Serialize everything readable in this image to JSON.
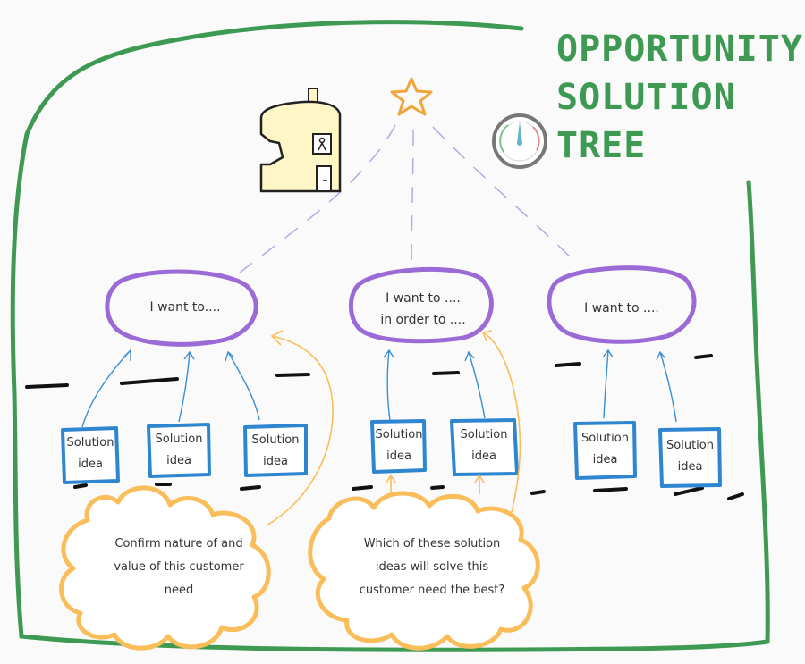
{
  "title": {
    "line1": "OPPORTUNITY",
    "line2": "SOLUTION",
    "line3": "TREE"
  },
  "colors": {
    "frame": "#3e9a52",
    "opportunity": "#9b6ad6",
    "solution": "#2e86d0",
    "question": "#f9bd5a",
    "connector": "#b7a7e8"
  },
  "icons": [
    "house-icon",
    "star-icon",
    "gauge-icon"
  ],
  "opportunities": [
    {
      "line1": "I want to....",
      "line2": ""
    },
    {
      "line1": "I want to ....",
      "line2": "in order to ...."
    },
    {
      "line1": "I want to ....",
      "line2": ""
    }
  ],
  "solutions": [
    {
      "line1": "Solution",
      "line2": "idea"
    },
    {
      "line1": "Solution",
      "line2": "idea"
    },
    {
      "line1": "Solution",
      "line2": "idea"
    },
    {
      "line1": "Solution",
      "line2": "idea"
    },
    {
      "line1": "Solution",
      "line2": "idea"
    },
    {
      "line1": "Solution",
      "line2": "idea"
    },
    {
      "line1": "Solution",
      "line2": "idea"
    }
  ],
  "questions": [
    {
      "line1": "Confirm nature of and",
      "line2": "value of this customer",
      "line3": "need"
    },
    {
      "line1": "Which of these solution",
      "line2": "ideas will solve this",
      "line3": "customer need the best?"
    }
  ]
}
